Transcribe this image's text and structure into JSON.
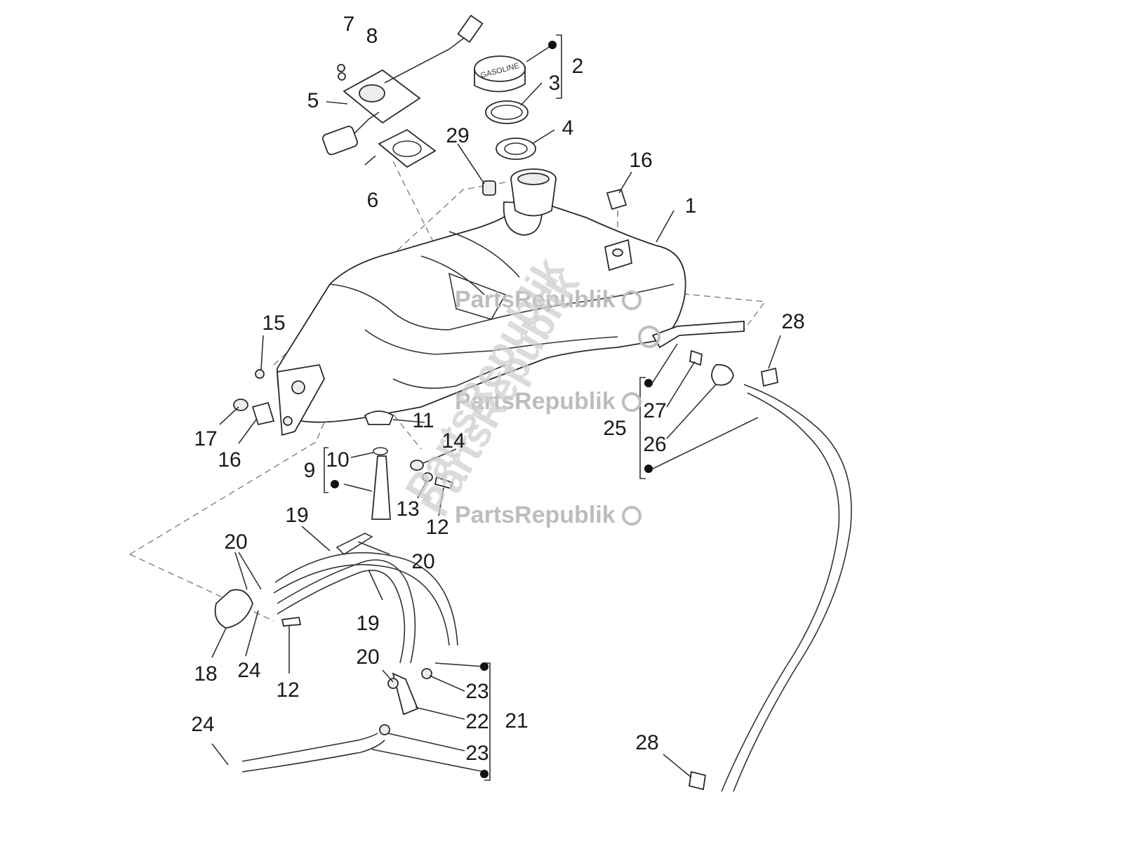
{
  "watermarks": {
    "brand_1": "PartsRepublik",
    "brand_2": "PartsRepublik",
    "brand_3": "PartsRepublik",
    "diagonal": "PartsRepublik",
    "diagonal_2": "PartsRepublik"
  },
  "cap_text": "GASOLINE",
  "callouts": {
    "c1": "1",
    "c2": "2",
    "c3": "3",
    "c4": "4",
    "c5": "5",
    "c6": "6",
    "c7": "7",
    "c8": "8",
    "c9": "9",
    "c10": "10",
    "c11": "11",
    "c12a": "12",
    "c12b": "12",
    "c13": "13",
    "c14": "14",
    "c15": "15",
    "c16a": "16",
    "c16b": "16",
    "c17": "17",
    "c18": "18",
    "c19a": "19",
    "c19b": "19",
    "c20a": "20",
    "c20b": "20",
    "c20c": "20",
    "c21": "21",
    "c22": "22",
    "c23a": "23",
    "c23b": "23",
    "c24a": "24",
    "c24b": "24",
    "c25": "25",
    "c26": "26",
    "c27": "27",
    "c28a": "28",
    "c28b": "28",
    "c29": "29"
  },
  "colors": {
    "line": "#333333",
    "watermark": "#bdbdbd"
  }
}
